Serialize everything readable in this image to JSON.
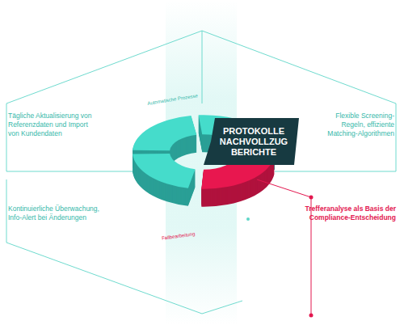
{
  "diagram": {
    "nodes": [
      {
        "text": [
          "PROTOKOLLE NACHVOLLZUG BERICHTE"
        ]
      }
    ],
    "labels": [
      "Automatische Prozesse",
      "Fallbearbeitung",
      "Tägliche Aktualisierung von Referenzdaten und Import von Kundendaten",
      "Flexible Screening-Regeln, effiziente Matching-Algorithmen",
      "Kontinuierliche Überwachung, Info-Alert bei Änderungen",
      "Trefferanalyse als Basis der Compliance-Entscheidung"
    ]
  }
}
